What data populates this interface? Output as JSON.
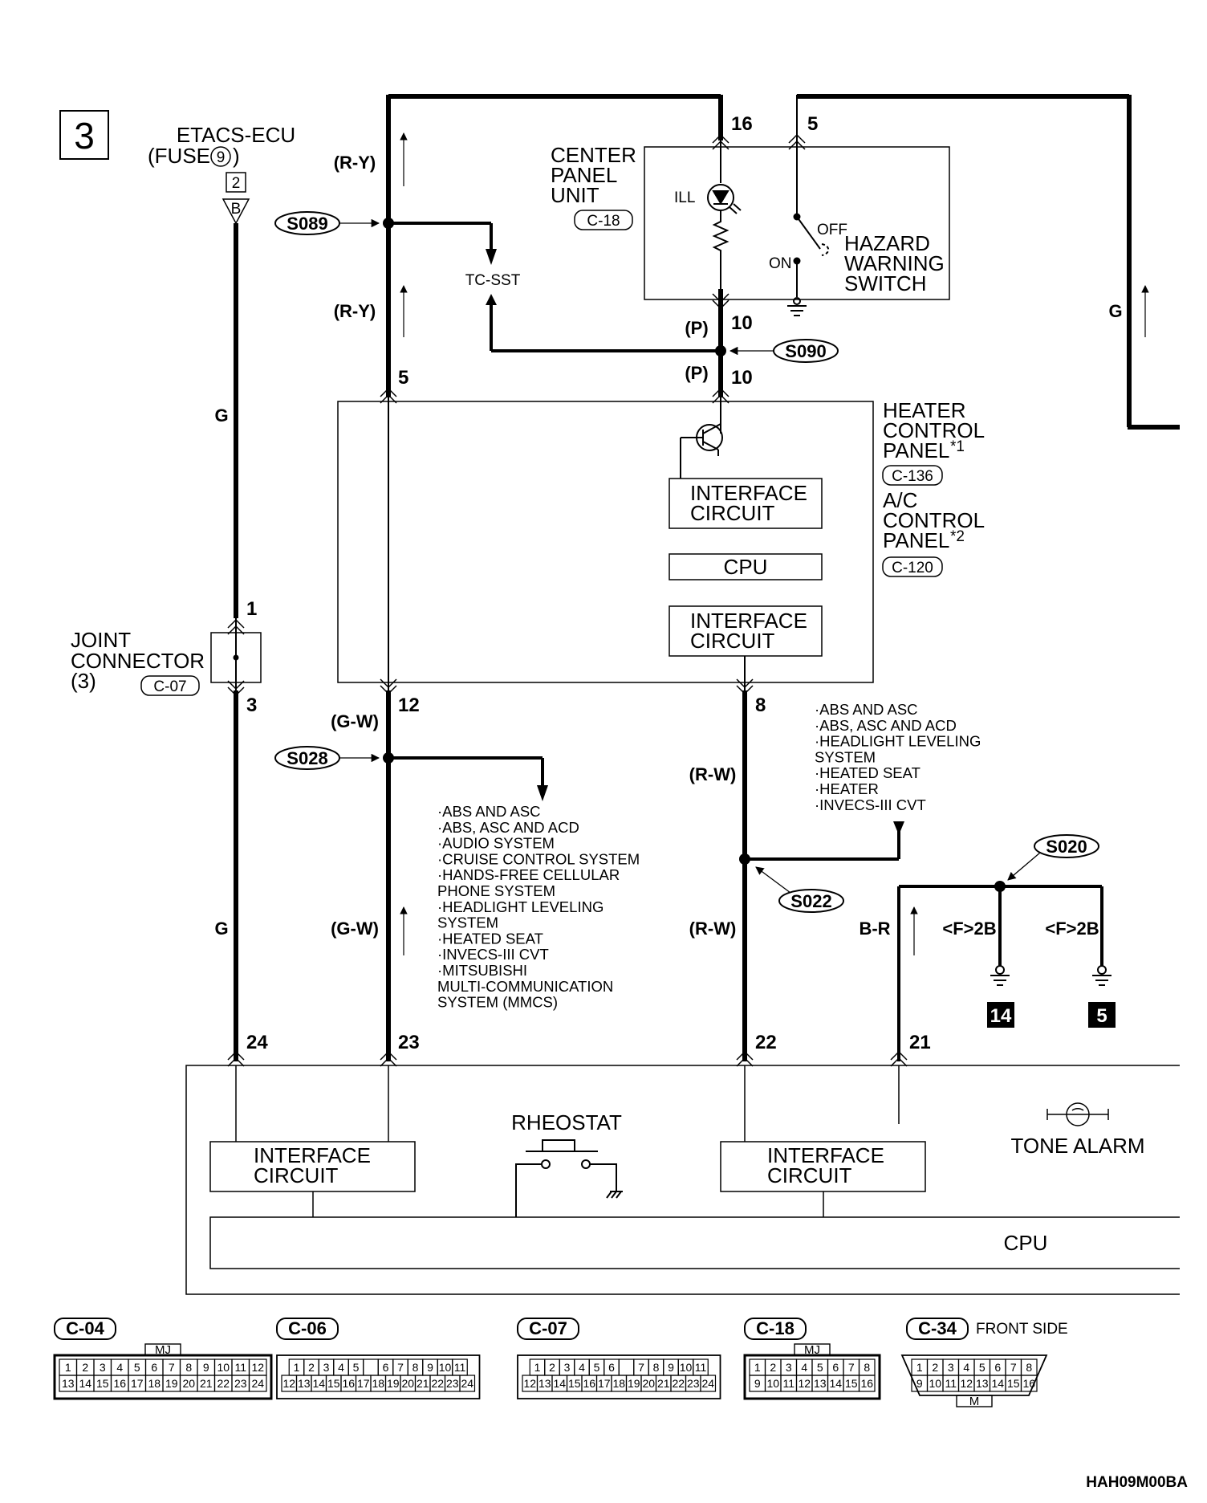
{
  "diagram_number": "3",
  "etacs": {
    "name": "ETACS-ECU",
    "fuse_prefix": "(FUSE",
    "fuse_num": "9",
    "fuse_suffix": ")",
    "pin": "2",
    "conn": "B"
  },
  "center_panel": {
    "line1": "CENTER",
    "line2": "PANEL",
    "line3": "UNIT",
    "connector": "C-18",
    "ill": "ILL",
    "switch_line1": "HAZARD",
    "switch_line2": "WARNING",
    "switch_line3": "SWITCH",
    "off": "OFF",
    "on": "ON"
  },
  "heater_panel": {
    "line1": "HEATER",
    "line2": "CONTROL",
    "line3": "PANEL",
    "note1": "*1",
    "conn1": "C-136",
    "line4": "A/C",
    "line5": "CONTROL",
    "line6": "PANEL",
    "note2": "*2",
    "conn2": "C-120"
  },
  "boxes": {
    "interface": [
      "INTERFACE",
      "CIRCUIT"
    ],
    "cpu": "CPU",
    "rheostat": "RHEOSTAT",
    "tone_alarm": "TONE ALARM"
  },
  "joint": {
    "line1": "JOINT",
    "line2": "CONNECTOR",
    "line3": "(3)",
    "connector": "C-07"
  },
  "splices": {
    "s089": "S089",
    "s090": "S090",
    "s028": "S028",
    "s022": "S022",
    "s020": "S020"
  },
  "wires": {
    "ry": "(R-Y)",
    "p": "(P)",
    "g": "G",
    "gw": "(G-W)",
    "rw": "(R-W)",
    "br": "B-R",
    "f2b": "<F>2B"
  },
  "pins": {
    "p16": "16",
    "p5": "5",
    "p10": "10",
    "p1": "1",
    "p3": "3",
    "p12": "12",
    "p8": "8",
    "p24": "24",
    "p23": "23",
    "p22": "22",
    "p21": "21"
  },
  "tcsst": "TC-SST",
  "list_gw": [
    "·ABS AND ASC",
    "·ABS, ASC AND ACD",
    "·AUDIO SYSTEM",
    "·CRUISE CONTROL SYSTEM",
    "·HANDS-FREE CELLULAR",
    " PHONE SYSTEM",
    "·HEADLIGHT LEVELING",
    " SYSTEM",
    "·HEATED SEAT",
    "·INVECS-III CVT",
    "·MITSUBISHI",
    " MULTI-COMMUNICATION",
    " SYSTEM (MMCS)"
  ],
  "list_rw": [
    "·ABS AND ASC",
    "·ABS, ASC AND ACD",
    "·HEADLIGHT LEVELING",
    " SYSTEM",
    "·HEATED SEAT",
    "·HEATER",
    "·INVECS-III CVT"
  ],
  "grounds": {
    "g14": "14",
    "g5": "5"
  },
  "connectors": {
    "c04": {
      "label": "C-04",
      "mark": "MJ",
      "row1": [
        "1",
        "2",
        "3",
        "4",
        "5",
        "6",
        "7",
        "8",
        "9",
        "10",
        "11",
        "12"
      ],
      "row2": [
        "13",
        "14",
        "15",
        "16",
        "17",
        "18",
        "19",
        "20",
        "21",
        "22",
        "23",
        "24"
      ]
    },
    "c06": {
      "label": "C-06",
      "row1": [
        "1",
        "2",
        "3",
        "4",
        "5",
        "",
        "6",
        "7",
        "8",
        "9",
        "10",
        "11"
      ],
      "row2": [
        "12",
        "13",
        "14",
        "15",
        "16",
        "17",
        "18",
        "19",
        "20",
        "21",
        "22",
        "23",
        "24"
      ]
    },
    "c07": {
      "label": "C-07",
      "row1": [
        "1",
        "2",
        "3",
        "4",
        "5",
        "6",
        "",
        "7",
        "8",
        "9",
        "10",
        "11"
      ],
      "row2": [
        "12",
        "13",
        "14",
        "15",
        "16",
        "17",
        "18",
        "19",
        "20",
        "21",
        "22",
        "23",
        "24"
      ]
    },
    "c18": {
      "label": "C-18",
      "mark": "MJ",
      "row1": [
        "1",
        "2",
        "3",
        "4",
        "5",
        "6",
        "7",
        "8"
      ],
      "row2": [
        "9",
        "10",
        "11",
        "12",
        "13",
        "14",
        "15",
        "16"
      ]
    },
    "c34": {
      "label": "C-34",
      "side": "FRONT SIDE",
      "mark": "M",
      "row1": [
        "1",
        "2",
        "3",
        "4",
        "5",
        "6",
        "7",
        "8"
      ],
      "row2": [
        "9",
        "10",
        "11",
        "12",
        "13",
        "14",
        "15",
        "16"
      ]
    }
  },
  "footer_code": "HAH09M00BA"
}
